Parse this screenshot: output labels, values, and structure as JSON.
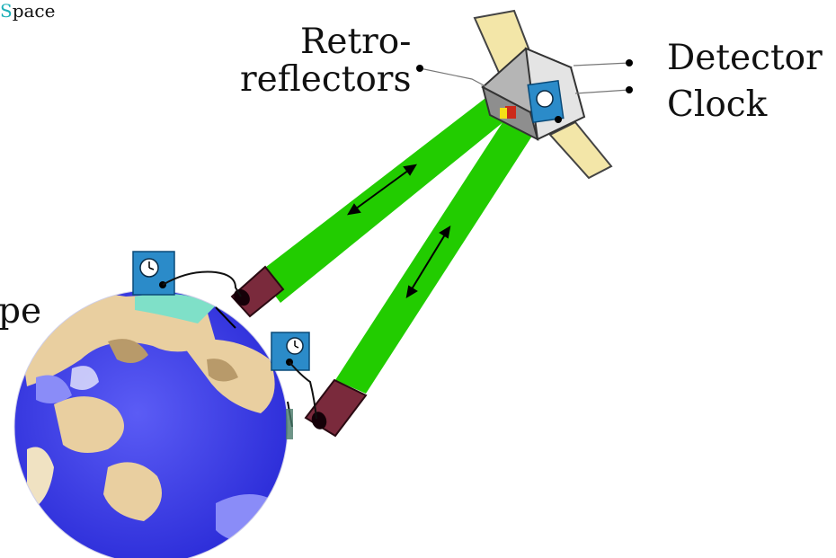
{
  "corner_text": {
    "initial": "S",
    "rest": "pace"
  },
  "labels": {
    "retro_line1": "Retro-",
    "retro_line2": "reflectors",
    "detector": "Detector",
    "clock": "Clock",
    "partial_left": "pe"
  },
  "colors": {
    "beam": "#22cc00",
    "telescope": "#7a2a3c",
    "clock_box": "#2b8bc9",
    "earth_ocean": "#3e3ff0",
    "earth_land": "#e8c99a",
    "panel": "#f3e6a8"
  }
}
